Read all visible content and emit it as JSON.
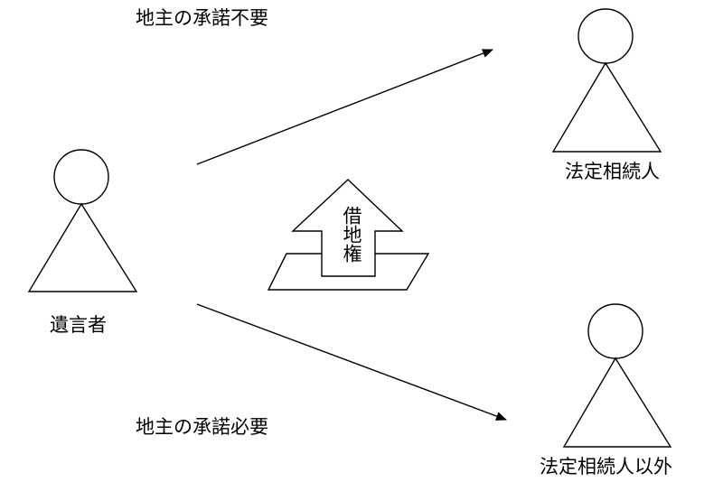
{
  "labels": {
    "top_arrow": "地主の承諾不要",
    "bottom_arrow": "地主の承諾必要",
    "testator": "遺言者",
    "heir": "法定相続人",
    "non_heir": "法定相続人以外",
    "land_right": "借地権"
  },
  "colors": {
    "stroke": "#000000",
    "fill": "#ffffff",
    "text": "#000000"
  },
  "icons": {
    "person": "person-figure-icon",
    "land": "land-parcel-icon",
    "arrow": "upward-arrow-icon"
  }
}
